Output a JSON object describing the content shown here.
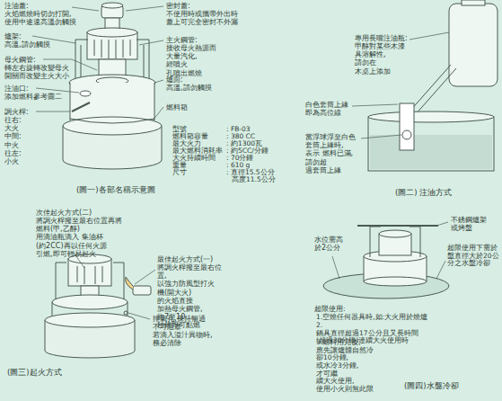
{
  "diagram": {
    "labels": [
      "注油蓋:",
      "火焰燃燒時切勿打開, 使用中途遠高溫勿觸摸",
      "爐架:",
      "高溫,請勿觸摸",
      "母火鋼管:",
      "轉左右旋轉改變母火 開關而改變主火大小",
      "注油口:",
      "添加燃料參考圖二",
      "調火桿:",
      "往右:大火 中間:中火 往左:小火",
      "密封蓋:",
      "不使用時或攜帶外出時 蓋上可完全密封不外漏",
      "主火鋼管:",
      "接收母火熱源而 大量汽化,經噴火 孔噴出燃燒",
      "爐面:",
      "高溫,請勿觸摸",
      "燃料箱",
      "型號",
      ": FB-03",
      "燃料箱容量",
      ": 380 CC",
      "最大火力",
      ": 約1300瓦",
      "最大燃料消耗率",
      ": 約5CC/分鐘",
      "大火持續時間",
      ": 70分鐘",
      "重量",
      ": 610 g",
      "尺寸",
      ": 直徑15.5公分",
      "高度11.5公分",
      "(圖一)各部名稱示意圖",
      "專用長嘴注油瓶:",
      "甲醇對某些木漆 具溶解性,請勿在 木桌上添加",
      "白色套筒上緣 即為高位線",
      "當浮球浮至白色 套筒上緣時,表示 燃料已滿,請勿超 過套筒上緣",
      "(圖二) 注油方式",
      "次佳起火方式(二)",
      "將調火桿撥至最右位置再將 燃料(甲,乙醇)用滴油瓶滴入 集油杯(約2CC)再以任何火源 引燃,即可輕易起火",
      "最佳起火方式(一)",
      "將調火桿撥至最右位 置,以強力防風型打火 機(開大火)的火焰直接 加熱母火鋼管,約7至10 秒鐘即可點燃",
      "排氣孔,保持暢通",
      "不可阻塞 若滴入溢汁異物時, 務必清除",
      "(圖三)起火方式",
      "不銹鋼爐架 或烤盤",
      "水位需高 於2公分",
      "超限使用下需於 盤直徑大於20公 分之水盤冷卻",
      "超限使用:",
      "1.空燒任何器具時,如:大火用於燒爐",
      "2.鍋具直徑超過17公分且又長時間 (超過30分鐘)連續大火使用時",
      "3.燃料用完後,應先讓爐體自然冷 卻10分鐘,或水冷3分鐘,才可繼 續大火使用,使用小火則無此限",
      "(圖四)水盤冷卻"
    ]
  }
}
